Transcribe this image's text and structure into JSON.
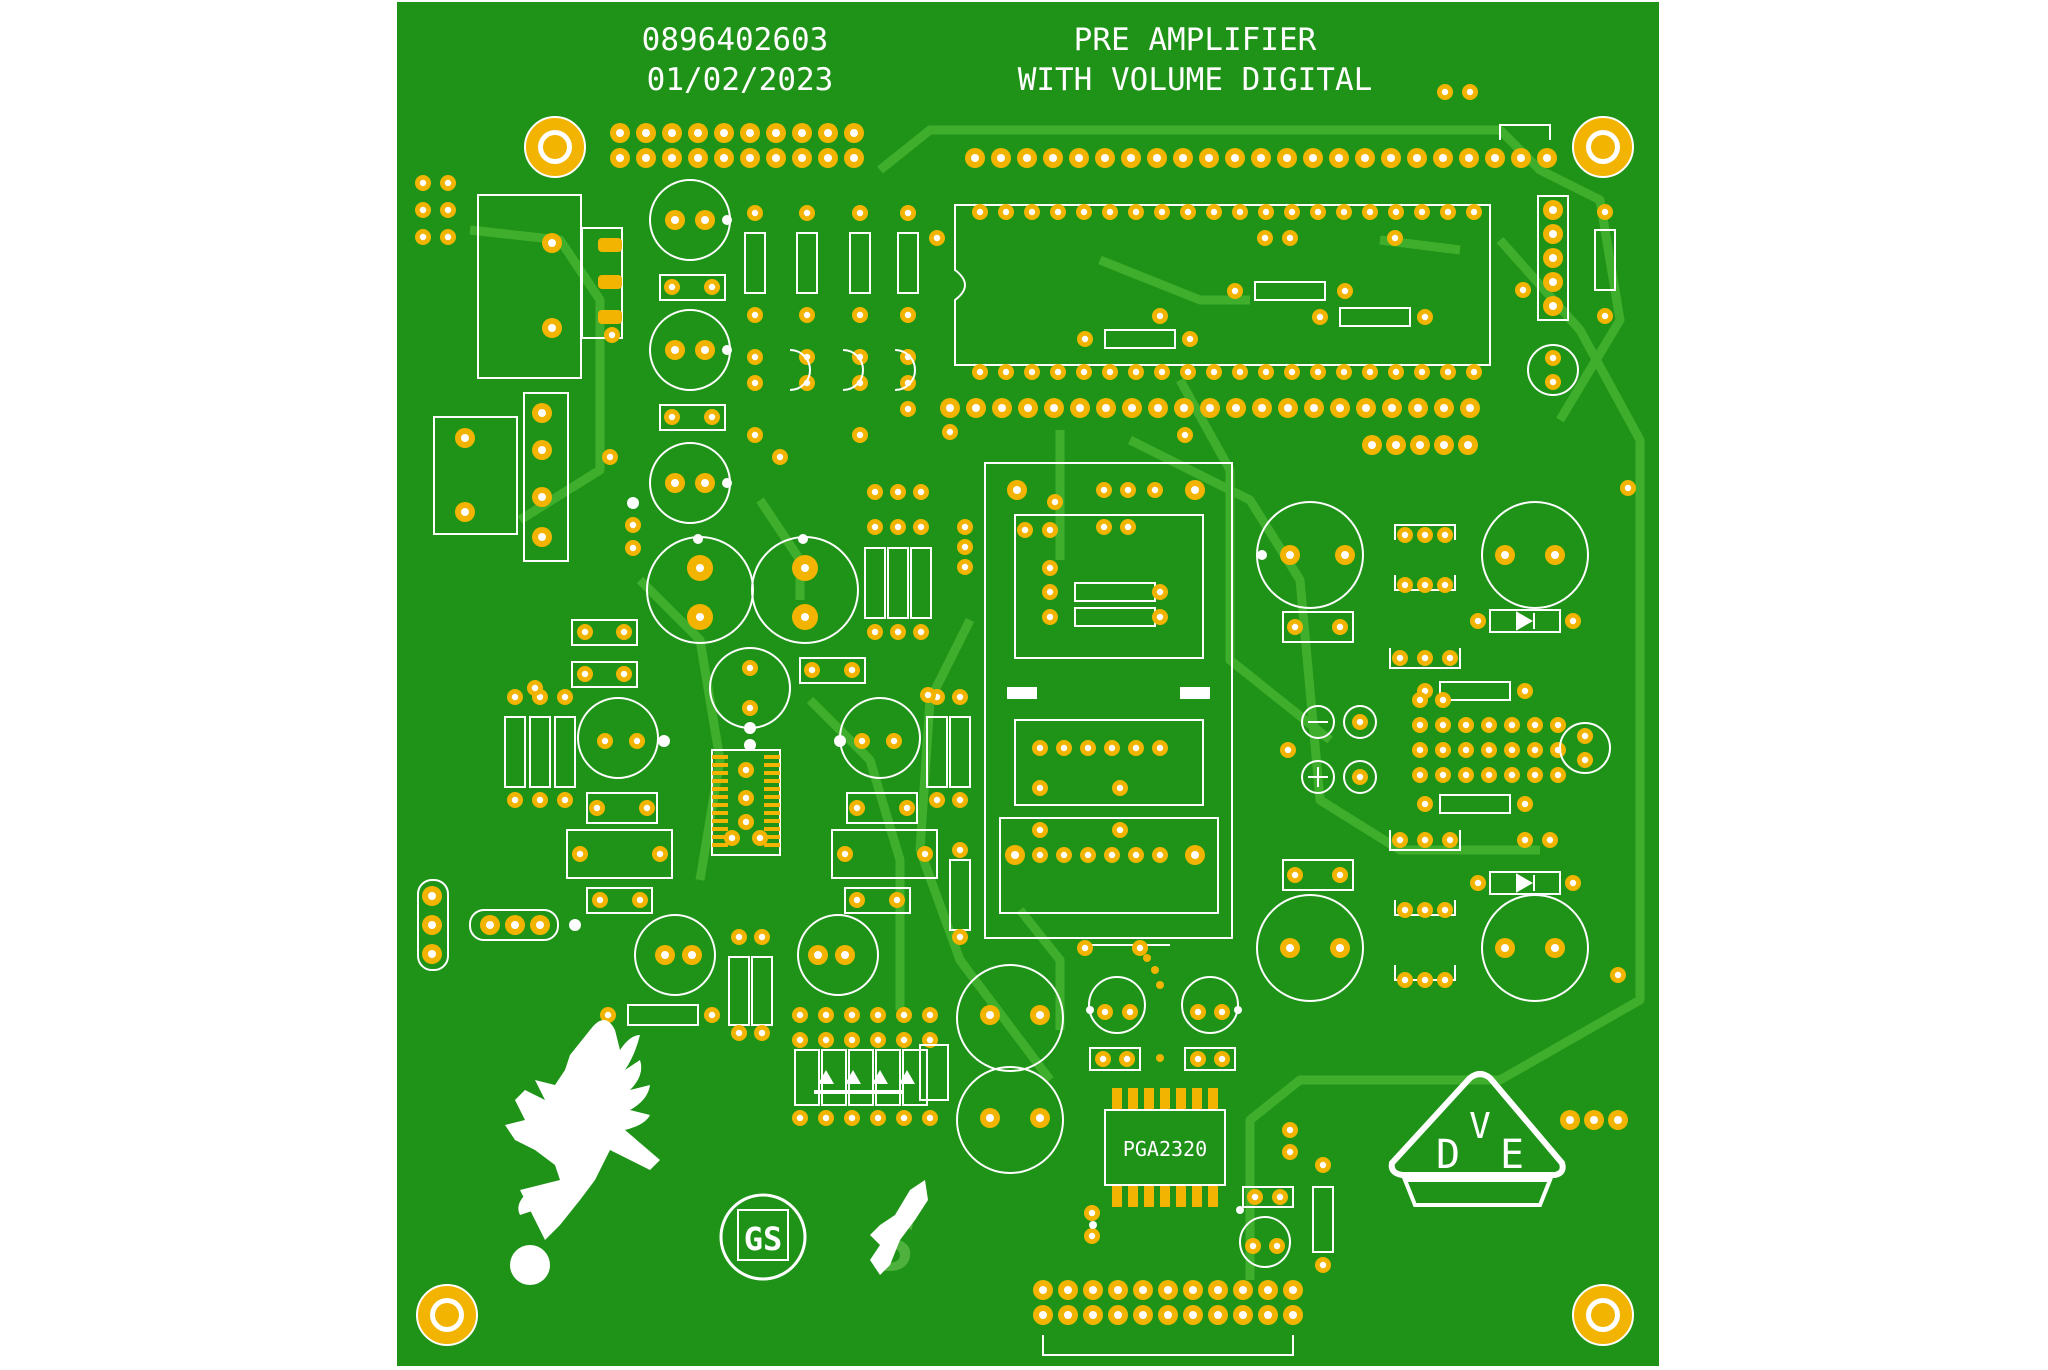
{
  "board": {
    "phone": "0896402603",
    "date": "01/02/2023",
    "title_line1": "PRE AMPLIFIER",
    "title_line2": "WITH VOLUME DIGITAL",
    "ic_label": "PGA2320",
    "dve_logo_text": [
      "D",
      "V",
      "E"
    ],
    "gs_logo_text": "GS"
  },
  "colors": {
    "background": "#ffffff",
    "board": "#1f9318",
    "trace": "#3fae2c",
    "pad": "#f2b400",
    "pad_hole": "#ffffff",
    "silkscreen": "#ffffff"
  }
}
